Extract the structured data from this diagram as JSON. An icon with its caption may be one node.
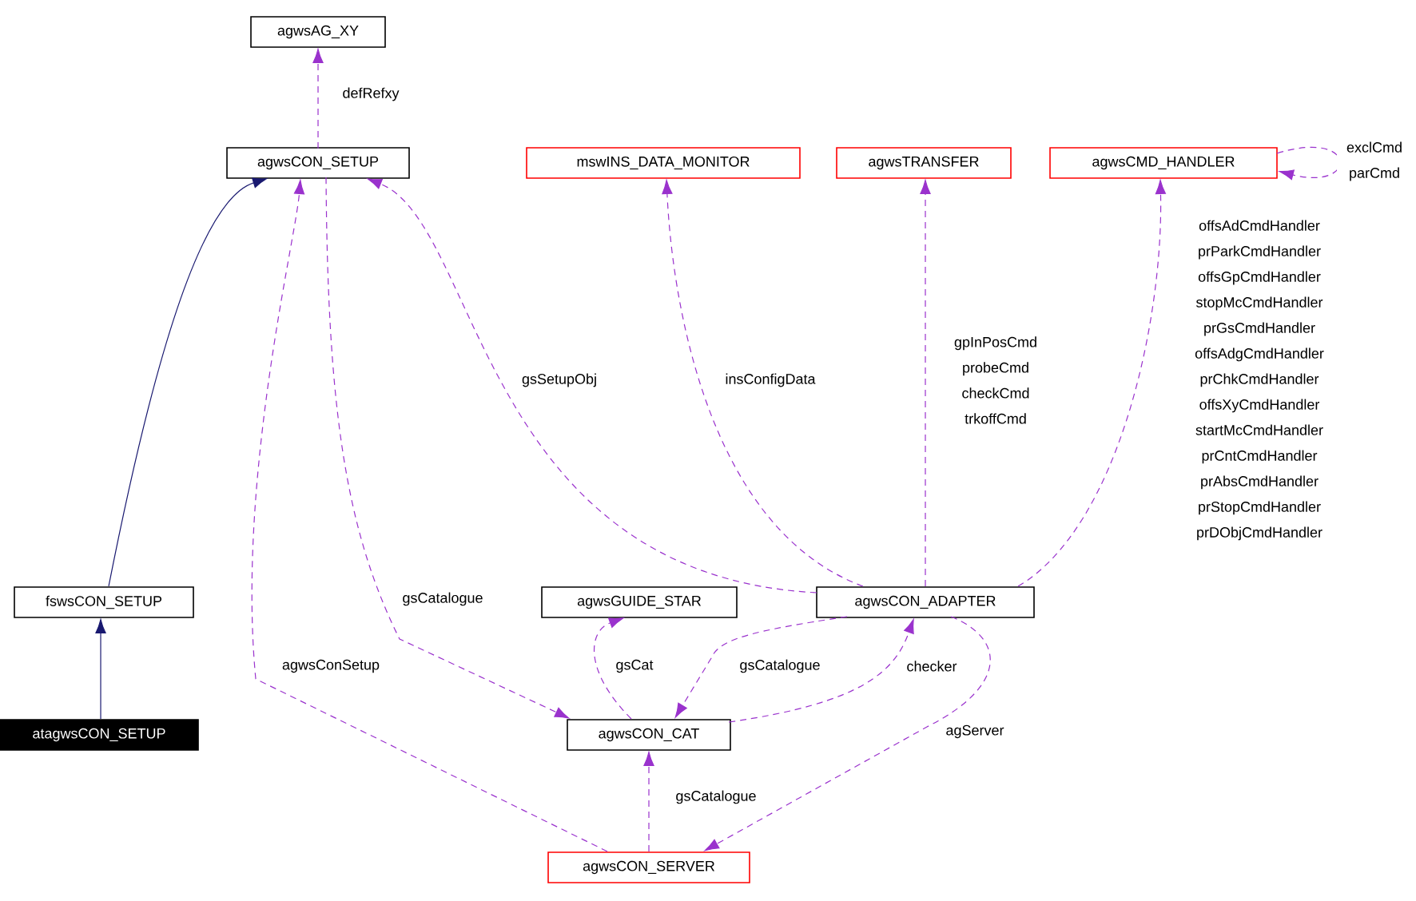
{
  "diagram": {
    "nodes": [
      {
        "text": [
          "agwsAG_XY"
        ]
      },
      {
        "text": [
          "agwsCON_SETUP"
        ]
      },
      {
        "text": [
          "mswINS_DATA_MONITOR"
        ]
      },
      {
        "text": [
          "agwsTRANSFER"
        ]
      },
      {
        "text": [
          "agwsCMD_HANDLER"
        ]
      },
      {
        "text": [
          "fswsCON_SETUP"
        ]
      },
      {
        "text": [
          "atagwsCON_SETUP"
        ]
      },
      {
        "text": [
          "agwsGUIDE_STAR"
        ]
      },
      {
        "text": [
          "agwsCON_ADAPTER"
        ]
      },
      {
        "text": [
          "agwsCON_CAT"
        ]
      },
      {
        "text": [
          "agwsCON_SERVER"
        ]
      }
    ],
    "edges": [
      {
        "from": 1,
        "to": 0,
        "arrow": "to",
        "label": "defRefxy",
        "style": "dashed"
      },
      {
        "from": 5,
        "to": 1,
        "arrow": "to",
        "color": "#191970"
      },
      {
        "from": 6,
        "to": 5,
        "arrow": "to",
        "color": "#191970"
      },
      {
        "from": 10,
        "to": 1,
        "arrow": "to",
        "label": "agwsConSetup",
        "style": "dashed"
      },
      {
        "from": 1,
        "to": 9,
        "arrow": "to",
        "label": "gsCatalogue",
        "style": "dashed"
      },
      {
        "from": 8,
        "to": 1,
        "arrow": "to",
        "label": "gsSetupObj",
        "style": "dashed"
      },
      {
        "from": 8,
        "to": 2,
        "arrow": "to",
        "label": "insConfigData",
        "style": "dashed"
      },
      {
        "from": 8,
        "to": 3,
        "arrow": "to",
        "label": "gpInPosCmd probeCmd checkCmd trkoffCmd",
        "style": "dashed"
      },
      {
        "from": 8,
        "to": 4,
        "arrow": "to",
        "label": "offsAdCmdHandler prParkCmdHandler offsGpCmdHandler stopMcCmdHandler prGsCmdHandler offsAdgCmdHandler prChkCmdHandler offsXyCmdHandler startMcCmdHandler prCntCmdHandler prAbsCmdHandler prStopCmdHandler prDObjCmdHandler",
        "style": "dashed"
      },
      {
        "from": 4,
        "to": 4,
        "arrow": "to",
        "label": "exclCmd parCmd",
        "style": "dashed"
      },
      {
        "from": 9,
        "to": 7,
        "arrow": "to",
        "label": "gsCat",
        "style": "dashed"
      },
      {
        "from": 8,
        "to": 9,
        "arrow": "to",
        "label": "gsCatalogue",
        "style": "dashed"
      },
      {
        "from": 9,
        "to": 8,
        "arrow": "to",
        "label": "checker",
        "style": "dashed"
      },
      {
        "from": 10,
        "to": 9,
        "arrow": "to",
        "label": "gsCatalogue",
        "style": "dashed"
      },
      {
        "from": 8,
        "to": 10,
        "arrow": "to",
        "label": "agServer",
        "style": "dashed"
      }
    ]
  }
}
